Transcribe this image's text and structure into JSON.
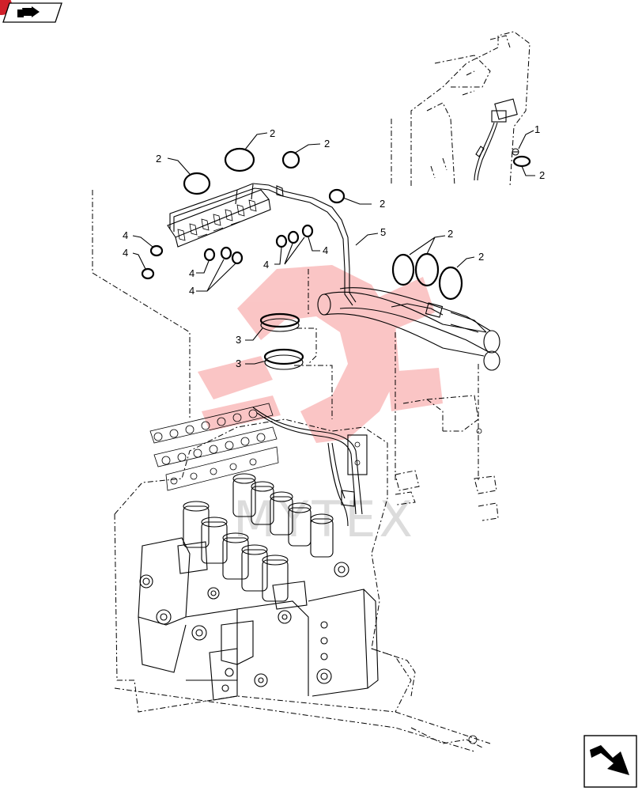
{
  "watermark": {
    "text": "MYTEX",
    "color": "#f25c5c"
  },
  "callouts": [
    {
      "id": "c1",
      "text": "1"
    },
    {
      "id": "c2",
      "text": "2"
    },
    {
      "id": "c3",
      "text": "2"
    },
    {
      "id": "c4",
      "text": "2"
    },
    {
      "id": "c5",
      "text": "2"
    },
    {
      "id": "c6",
      "text": "2"
    },
    {
      "id": "c7",
      "text": "2"
    },
    {
      "id": "c8",
      "text": "2"
    },
    {
      "id": "c9",
      "text": "5"
    },
    {
      "id": "c10",
      "text": "4"
    },
    {
      "id": "c11",
      "text": "4"
    },
    {
      "id": "c12",
      "text": "4"
    },
    {
      "id": "c13",
      "text": "4"
    },
    {
      "id": "c14",
      "text": "4"
    },
    {
      "id": "c15",
      "text": "4"
    },
    {
      "id": "c16",
      "text": "3"
    },
    {
      "id": "c17",
      "text": "3"
    }
  ],
  "icons": {
    "top_left_nav": "next-page-arrow-icon",
    "bottom_right_nav": "next-page-arrow-icon",
    "corner_badge": "red-corner-badge",
    "badge_color": "#d0202a"
  }
}
